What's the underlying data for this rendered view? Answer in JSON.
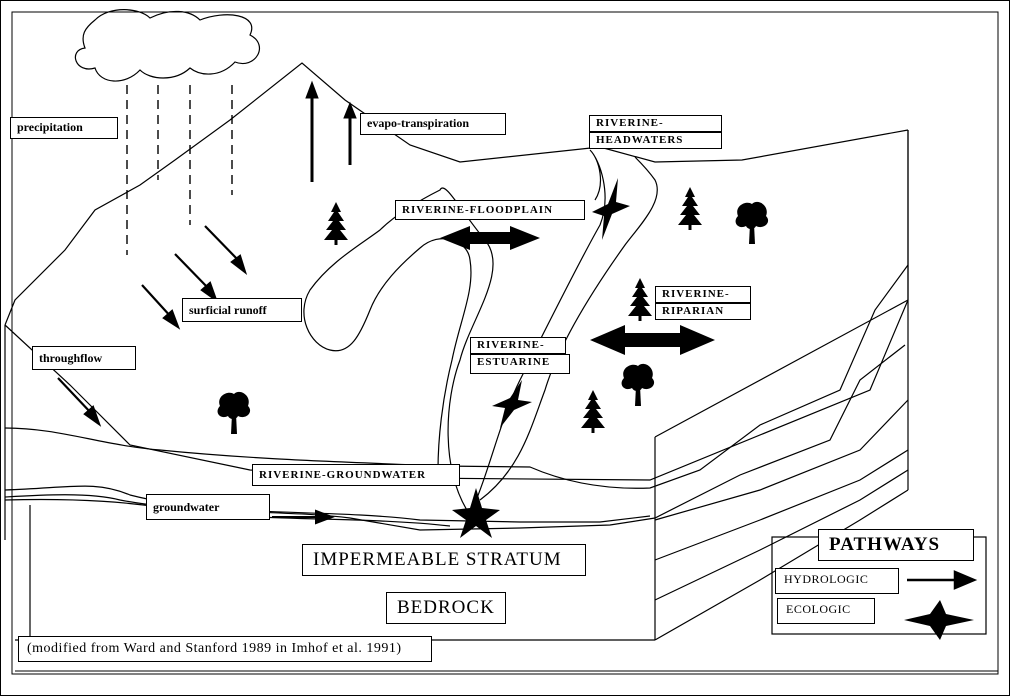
{
  "labels": {
    "precipitation": "precipitation",
    "evapotranspiration": "evapo-transpiration",
    "headwaters_line1": "RIVERINE-",
    "headwaters_line2": "HEADWATERS",
    "floodplain": "RIVERINE-FLOODPLAIN",
    "riparian_line1": "RIVERINE-",
    "riparian_line2": "RIPARIAN",
    "estuarine_line1": "RIVERINE-",
    "estuarine_line2": "ESTUARINE",
    "surficial_runoff": "surficial runoff",
    "throughflow": "throughflow",
    "groundwater_exchange": "RIVERINE-GROUNDWATER",
    "groundwater": "groundwater",
    "impermeable_stratum": "IMPERMEABLE STRATUM",
    "bedrock": "BEDROCK",
    "citation": "(modified from Ward and Stanford 1989 in Imhof et al. 1991)"
  },
  "legend": {
    "title": "PATHWAYS",
    "items": [
      {
        "label": "HYDROLOGIC",
        "symbol": "arrow-icon"
      },
      {
        "label": "ECOLOGIC",
        "symbol": "star-icon"
      }
    ]
  },
  "colors": {
    "line": "#000000",
    "background": "#ffffff"
  }
}
